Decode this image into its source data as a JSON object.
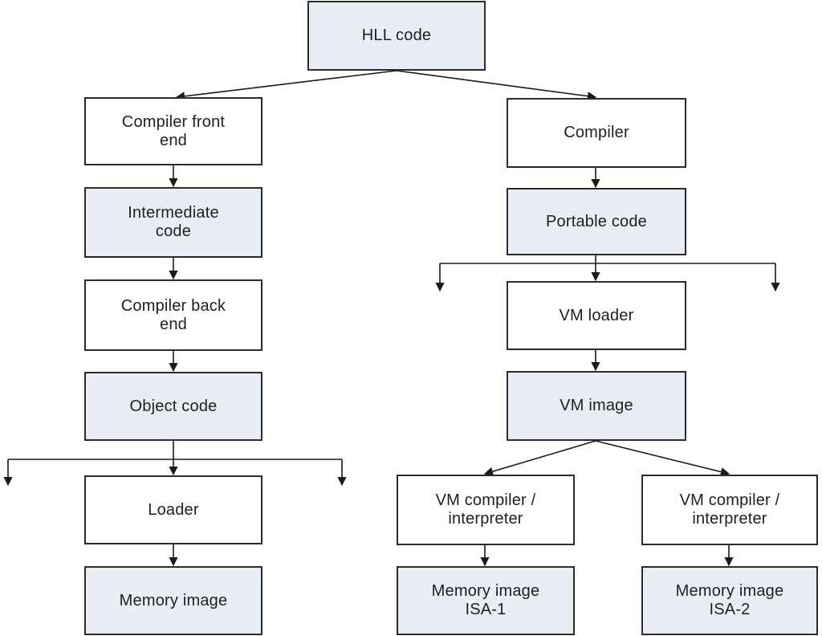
{
  "diagram": {
    "colors": {
      "shaded_fill": "#e9edf4",
      "plain_fill": "#ffffff",
      "stroke": "#2b2b2b"
    },
    "nodes": {
      "hll_code": "HLL code",
      "compiler_front_end": "Compiler front\nend",
      "intermediate_code": "Intermediate\ncode",
      "compiler_back_end": "Compiler back\nend",
      "object_code": "Object code",
      "loader": "Loader",
      "memory_image": "Memory image",
      "compiler": "Compiler",
      "portable_code": "Portable code",
      "vm_loader": "VM loader",
      "vm_image": "VM image",
      "vm_compiler_1": "VM compiler /\ninterpreter",
      "vm_compiler_2": "VM compiler /\ninterpreter",
      "memory_image_isa1": "Memory image\nISA-1",
      "memory_image_isa2": "Memory image\nISA-2"
    }
  }
}
